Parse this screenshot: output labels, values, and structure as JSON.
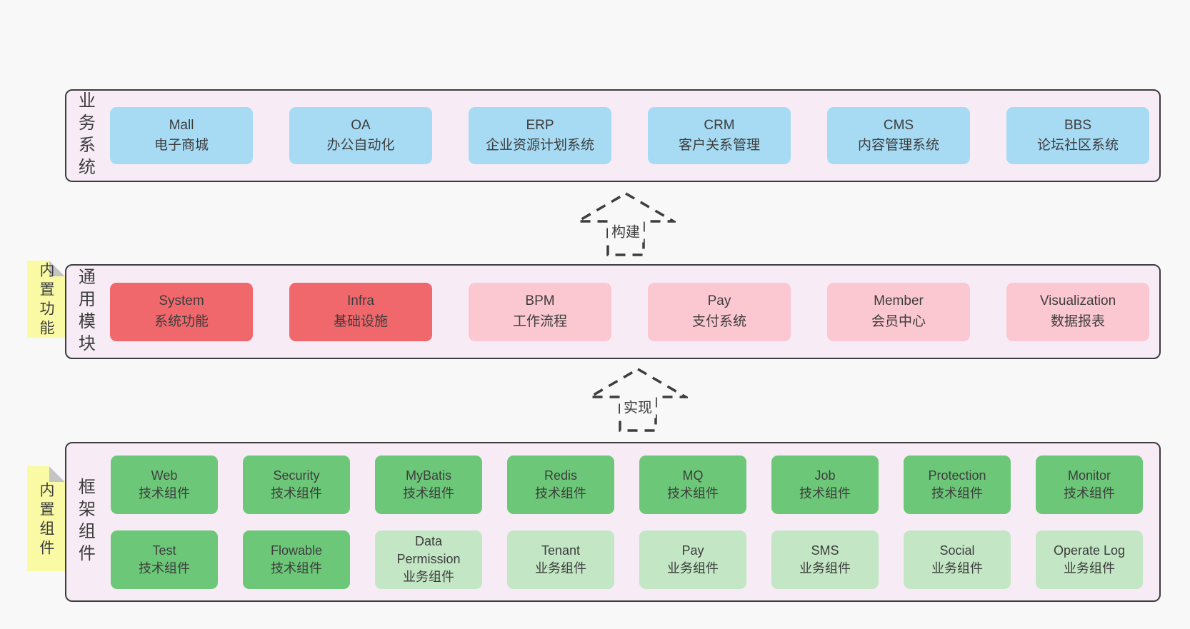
{
  "diagram": {
    "colors": {
      "page_bg": "#f8f8f8",
      "panel_bg": "#f7ecf5",
      "panel_border": "#3d3d3d",
      "business_box_blue": "#a7dbf4",
      "core_module_red": "#f0686c",
      "module_pink": "#fbc7d1",
      "tech_green": "#6cc878",
      "biz_green_light": "#c3e6c5",
      "sticky_yellow": "#fafaa5",
      "text": "#3d3d3d"
    },
    "arrows": [
      {
        "label": "构建"
      },
      {
        "label": "实现"
      }
    ],
    "layers": [
      {
        "label": "业务系统",
        "boxes": [
          {
            "title": "Mall",
            "subtitle": "电子商城"
          },
          {
            "title": "OA",
            "subtitle": "办公自动化"
          },
          {
            "title": "ERP",
            "subtitle": "企业资源计划系统"
          },
          {
            "title": "CRM",
            "subtitle": "客户关系管理"
          },
          {
            "title": "CMS",
            "subtitle": "内容管理系统"
          },
          {
            "title": "BBS",
            "subtitle": "论坛社区系统"
          }
        ]
      },
      {
        "label": "通用模块",
        "sticky": "内置功能",
        "boxes": [
          {
            "title": "System",
            "subtitle": "系统功能"
          },
          {
            "title": "Infra",
            "subtitle": "基础设施"
          },
          {
            "title": "BPM",
            "subtitle": "工作流程"
          },
          {
            "title": "Pay",
            "subtitle": "支付系统"
          },
          {
            "title": "Member",
            "subtitle": "会员中心"
          },
          {
            "title": "Visualization",
            "subtitle": "数据报表"
          }
        ]
      },
      {
        "label": "框架组件",
        "sticky": "内置组件",
        "row1": [
          {
            "title": "Web",
            "subtitle": "技术组件"
          },
          {
            "title": "Security",
            "subtitle": "技术组件"
          },
          {
            "title": "MyBatis",
            "subtitle": "技术组件"
          },
          {
            "title": "Redis",
            "subtitle": "技术组件"
          },
          {
            "title": "MQ",
            "subtitle": "技术组件"
          },
          {
            "title": "Job",
            "subtitle": "技术组件"
          },
          {
            "title": "Protection",
            "subtitle": "技术组件"
          },
          {
            "title": "Monitor",
            "subtitle": "技术组件"
          }
        ],
        "row2": [
          {
            "title": "Test",
            "subtitle": "技术组件"
          },
          {
            "title": "Flowable",
            "subtitle": "技术组件"
          },
          {
            "title": "Data Permission",
            "subtitle": "业务组件"
          },
          {
            "title": "Tenant",
            "subtitle": "业务组件"
          },
          {
            "title": "Pay",
            "subtitle": "业务组件"
          },
          {
            "title": "SMS",
            "subtitle": "业务组件"
          },
          {
            "title": "Social",
            "subtitle": "业务组件"
          },
          {
            "title": "Operate Log",
            "subtitle": "业务组件"
          }
        ]
      }
    ]
  }
}
